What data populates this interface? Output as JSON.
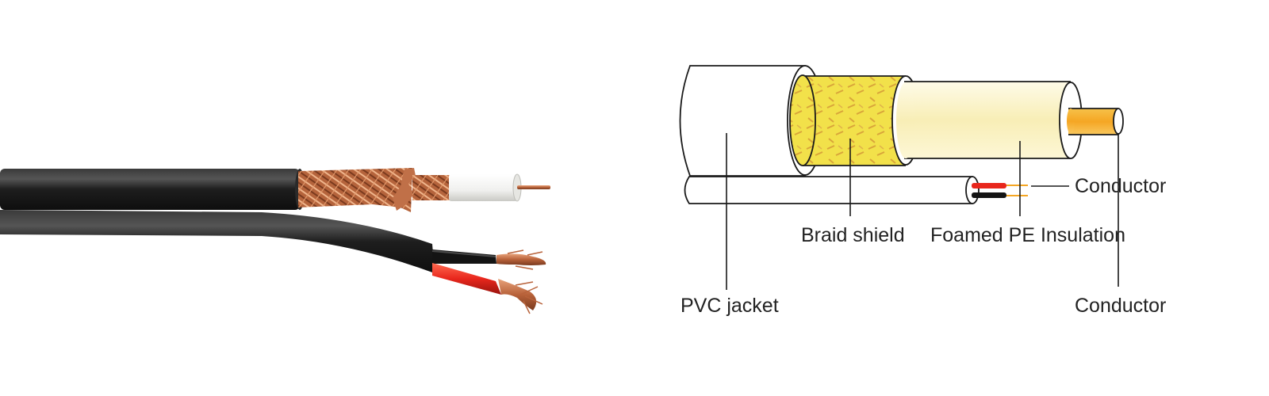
{
  "diagram": {
    "labels": {
      "conductor_top": "Conductor",
      "braid_shield": "Braid shield",
      "foamed_pe": "Foamed PE Insulation",
      "pvc_jacket": "PVC jacket",
      "conductor_bottom": "Conductor"
    }
  },
  "colors": {
    "jacket_black": "#1c1c1c",
    "braid_yellow": "#f2e14a",
    "braid_weave": "#d9a53a",
    "insulation_cream": "#fbf3c7",
    "conductor_orange": "#f5a623",
    "copper": "#c9774a",
    "wire_red": "#e8261c",
    "wire_black": "#141414"
  }
}
